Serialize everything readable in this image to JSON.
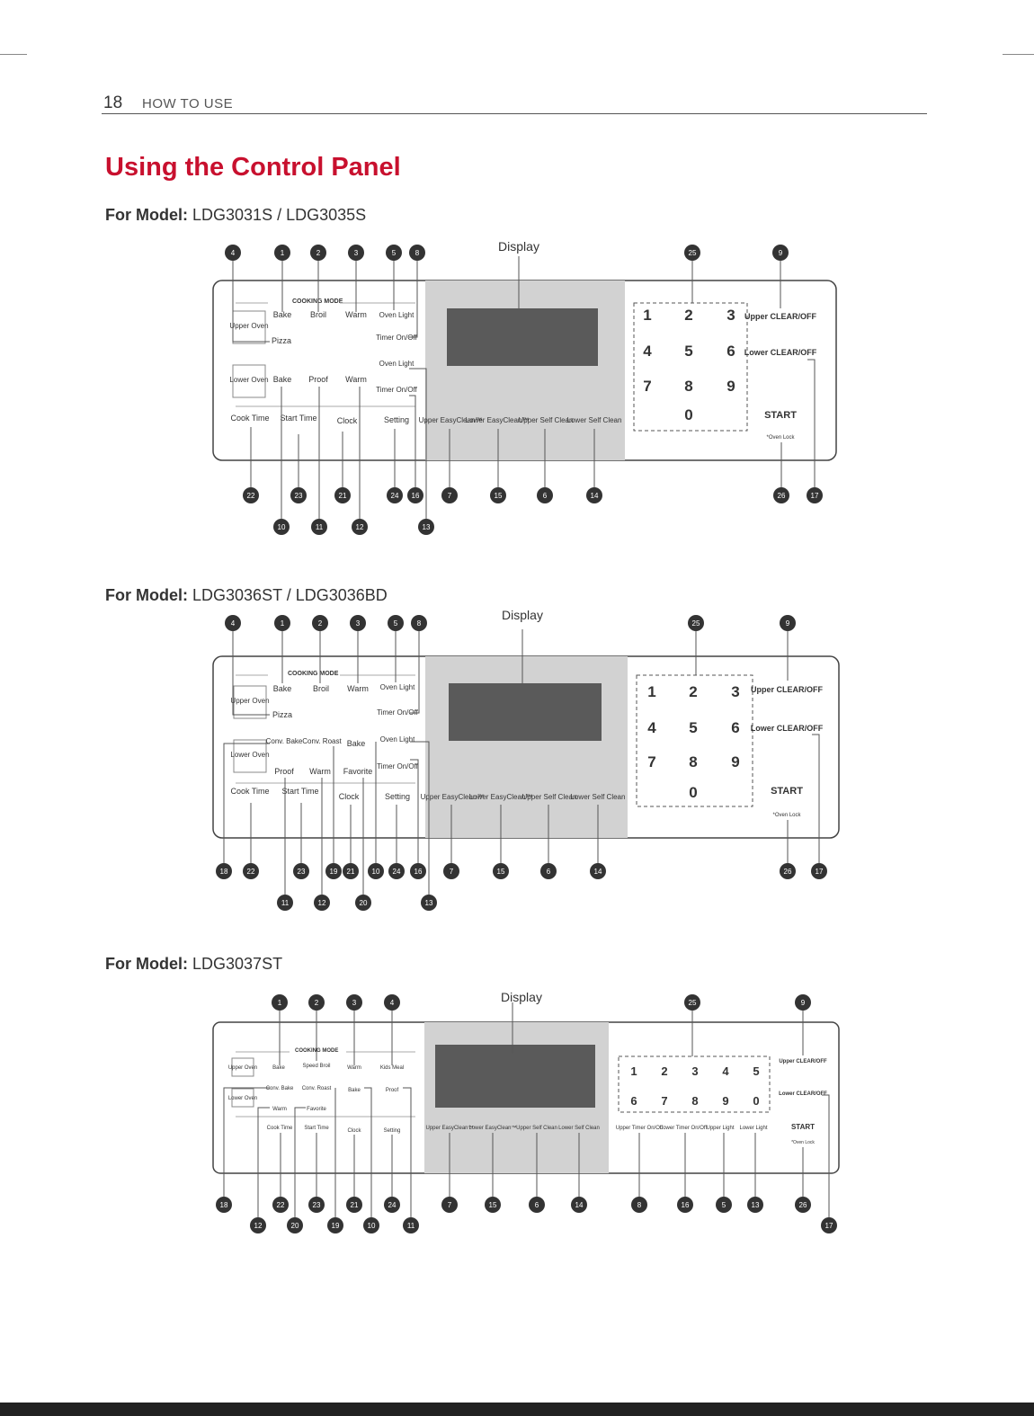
{
  "page": {
    "number": "18",
    "section": "HOW TO USE"
  },
  "title": "Using the Control Panel",
  "display_label": "Display",
  "panels": [
    {
      "model_prefix": "For Model:",
      "model_name": "LDG3031S / LDG3035S",
      "mode_header": "COOKING MODE",
      "oven_labels": [
        "Upper Oven",
        "Lower Oven"
      ],
      "buttons": [
        "Bake",
        "Broil",
        "Warm",
        "Pizza",
        "Bake",
        "Proof",
        "Warm",
        "Cook Time",
        "Start Time",
        "Clock",
        "Oven Light",
        "Timer On/Off",
        "Oven Light",
        "Timer On/Off",
        "Setting"
      ],
      "clean_buttons": [
        "Upper EasyClean™",
        "Lower EasyClean™",
        "Upper Self Clean",
        "Lower Self Clean"
      ],
      "keypad": [
        "1",
        "2",
        "3",
        "4",
        "5",
        "6",
        "7",
        "8",
        "9",
        "0"
      ],
      "right_buttons": [
        "Upper CLEAR/OFF",
        "Lower CLEAR/OFF",
        "START",
        "*Oven Lock"
      ],
      "callouts_top": [
        "4",
        "1",
        "2",
        "3",
        "5",
        "8",
        "25",
        "9"
      ],
      "callouts_bottom": [
        "22",
        "23",
        "21",
        "24",
        "16",
        "7",
        "15",
        "6",
        "14",
        "26",
        "17"
      ],
      "callouts_bottom2": [
        "10",
        "11",
        "12",
        "13"
      ]
    },
    {
      "model_prefix": "For Model:",
      "model_name": "LDG3036ST / LDG3036BD",
      "mode_header": "COOKING MODE",
      "oven_labels": [
        "Upper Oven",
        "Lower Oven"
      ],
      "buttons": [
        "Bake",
        "Broil",
        "Warm",
        "Pizza",
        "Conv. Bake",
        "Conv. Roast",
        "Bake",
        "Proof",
        "Warm",
        "Favorite",
        "Cook Time",
        "Start Time",
        "Clock",
        "Oven Light",
        "Timer On/Off",
        "Oven Light",
        "Timer On/Off",
        "Setting"
      ],
      "clean_buttons": [
        "Upper EasyClean™",
        "Lower EasyClean™",
        "Upper Self Clean",
        "Lower Self Clean"
      ],
      "keypad": [
        "1",
        "2",
        "3",
        "4",
        "5",
        "6",
        "7",
        "8",
        "9",
        "0"
      ],
      "right_buttons": [
        "Upper CLEAR/OFF",
        "Lower CLEAR/OFF",
        "START",
        "*Oven Lock"
      ],
      "callouts_top": [
        "4",
        "1",
        "2",
        "3",
        "5",
        "8",
        "25",
        "9"
      ],
      "callouts_bottom": [
        "18",
        "22",
        "23",
        "19",
        "21",
        "10",
        "24",
        "16",
        "7",
        "15",
        "6",
        "14",
        "26",
        "17"
      ],
      "callouts_bottom2": [
        "11",
        "12",
        "20",
        "13"
      ]
    },
    {
      "model_prefix": "For Model:",
      "model_name": "LDG3037ST",
      "mode_header": "COOKING MODE",
      "oven_labels": [
        "Upper Oven",
        "Lower Oven"
      ],
      "buttons": [
        "Bake",
        "Speed Broil",
        "Warm",
        "Kids Meal",
        "Conv. Bake",
        "Conv. Roast",
        "Bake",
        "Proof",
        "Warm",
        "Favorite",
        "Cook Time",
        "Start Time",
        "Clock",
        "Setting"
      ],
      "clean_buttons": [
        "Upper EasyClean™",
        "Lower EasyClean™",
        "Upper Self Clean",
        "Lower Self Clean"
      ],
      "light_buttons": [
        "Upper Timer On/Off",
        "Lower Timer On/Off",
        "Upper Light",
        "Lower Light"
      ],
      "keypad": [
        "1",
        "2",
        "3",
        "4",
        "5",
        "6",
        "7",
        "8",
        "9",
        "0"
      ],
      "right_buttons": [
        "Upper CLEAR/OFF",
        "Lower CLEAR/OFF",
        "START",
        "*Oven Lock"
      ],
      "callouts_top": [
        "1",
        "2",
        "3",
        "4",
        "25",
        "9"
      ],
      "callouts_bottom": [
        "18",
        "22",
        "23",
        "21",
        "24",
        "7",
        "15",
        "6",
        "14",
        "8",
        "16",
        "5",
        "13",
        "26"
      ],
      "callouts_bottom2": [
        "12",
        "20",
        "19",
        "10",
        "11",
        "17"
      ]
    }
  ]
}
